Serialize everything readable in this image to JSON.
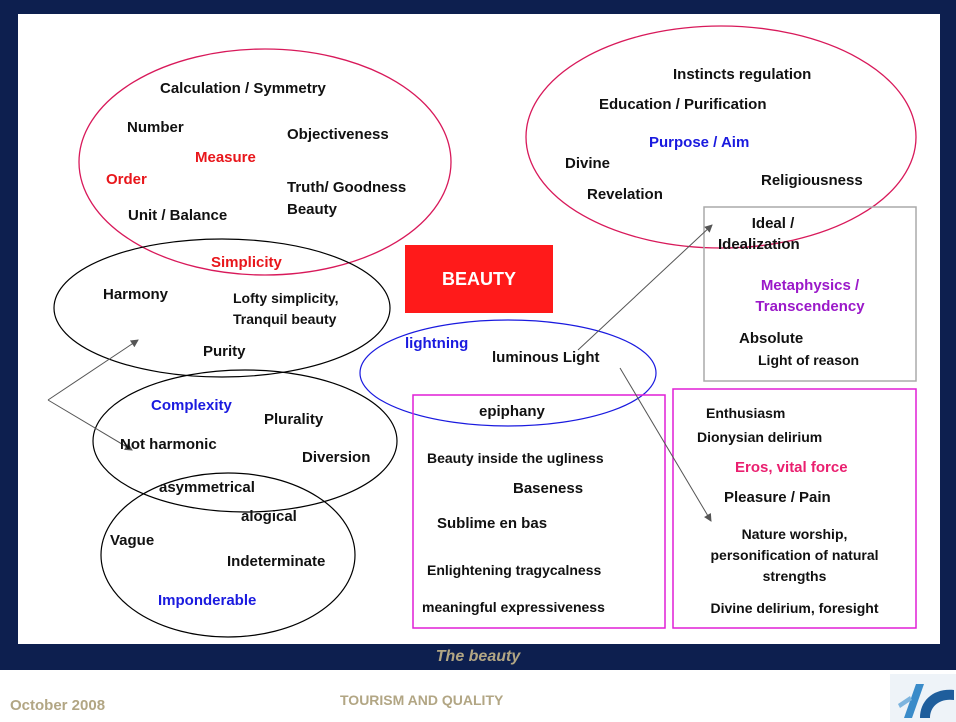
{
  "top_left_group": {
    "calculation": "Calculation / Symmetry",
    "number": "Number",
    "objectiveness": "Objectiveness",
    "measure": "Measure",
    "order": "Order",
    "truth": "Truth/ Goodness",
    "beauty": "Beauty",
    "unit_balance": "Unit / Balance",
    "simplicity": "Simplicity"
  },
  "top_right_group": {
    "instincts": "Instincts regulation",
    "education": "Education / Purification",
    "purpose": "Purpose / Aim",
    "divine": "Divine",
    "religiousness": "Religiousness",
    "revelation": "Revelation"
  },
  "ideal_box": {
    "ideal": "Ideal /",
    "idealization": "Idealization",
    "metaphysics": "Metaphysics /",
    "transcendency": "Transcendency",
    "absolute": "Absolute",
    "light_of_reason": "Light of reason"
  },
  "center": {
    "beauty": "BEAUTY",
    "lightning": "lightning",
    "luminous": "luminous Light"
  },
  "simplicity_group": {
    "harmony": "Harmony",
    "lofty": "Lofty simplicity,",
    "tranquil": "Tranquil beauty",
    "purity": "Purity"
  },
  "complexity_group": {
    "complexity": "Complexity",
    "plurality": "Plurality",
    "not_harmonic": "Not harmonic",
    "diversion": "Diversion",
    "asymmetrical": "asymmetrical",
    "alogical": "alogical"
  },
  "imponderable_group": {
    "vague": "Vague",
    "indeterminate": "Indeterminate",
    "imponderable": "Imponderable"
  },
  "epiphany_box": {
    "epiphany": "epiphany",
    "beauty_ugliness": "Beauty inside the ugliness",
    "baseness": "Baseness",
    "sublime": "Sublime en bas",
    "enlightening": "Enlightening tragycalness",
    "meaningful": "meaningful expressiveness"
  },
  "dionysian_box": {
    "enthusiasm": "Enthusiasm",
    "delirium": "Dionysian delirium",
    "eros": "Eros, vital force",
    "pleasure": "Pleasure / Pain",
    "nature": "Nature worship,",
    "personification": "personification of natural",
    "strengths": "strengths",
    "divine_delirium": "Divine delirium, foresight"
  },
  "caption": "The beauty",
  "footer": {
    "date": "October 2008",
    "title": "TOURISM AND QUALITY"
  },
  "colors": {
    "red": "#e8161b",
    "blue": "#1a1adf",
    "purple": "#9b19c9",
    "pink": "#ea1f6f",
    "magenta_border": "#e11fd6",
    "crimson_ellipse": "#d8195a",
    "footer_text": "#b2a684"
  }
}
